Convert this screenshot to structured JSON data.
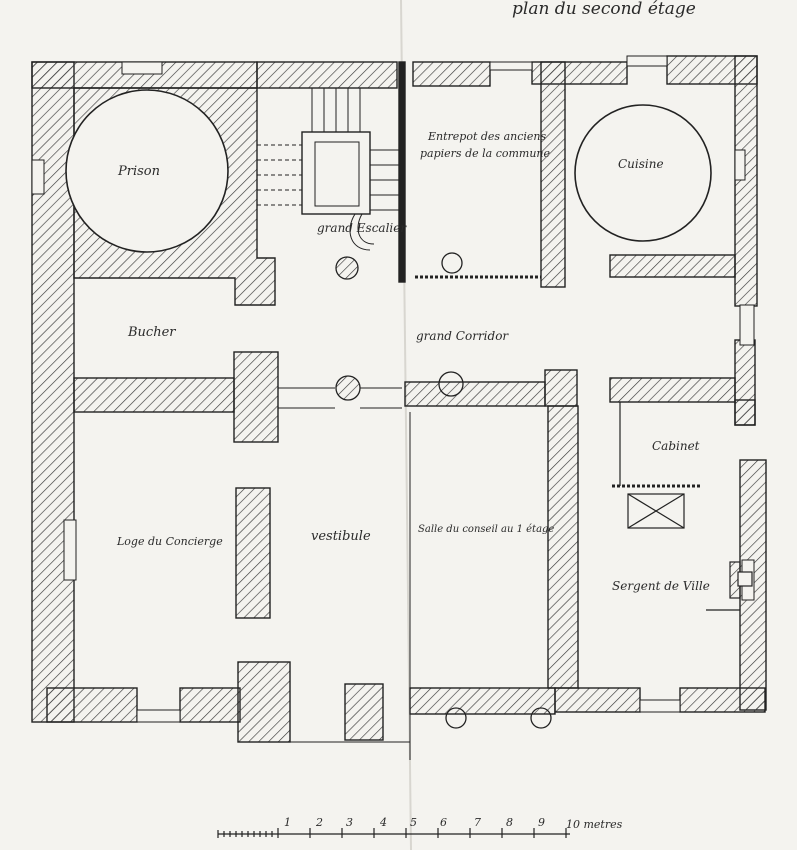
{
  "title": "plan du second étage",
  "rooms": {
    "prison": "Prison",
    "stair": "grand Escalier",
    "archives_line1": "Entrepot des anciens",
    "archives_line2": "papiers de la commune",
    "kitchen": "Cuisine",
    "woodshed": "Bucher",
    "corridor": "grand Corridor",
    "concierge": "Loge du Concierge",
    "vestibule": "vestibule",
    "council": "Salle du conseil au 1 étage",
    "cabinet": "Cabinet",
    "sergeant": "Sergent de Ville"
  },
  "scale": {
    "ticks": [
      "1",
      "2",
      "3",
      "4",
      "5",
      "6",
      "7",
      "8",
      "9",
      "10 metres"
    ]
  }
}
